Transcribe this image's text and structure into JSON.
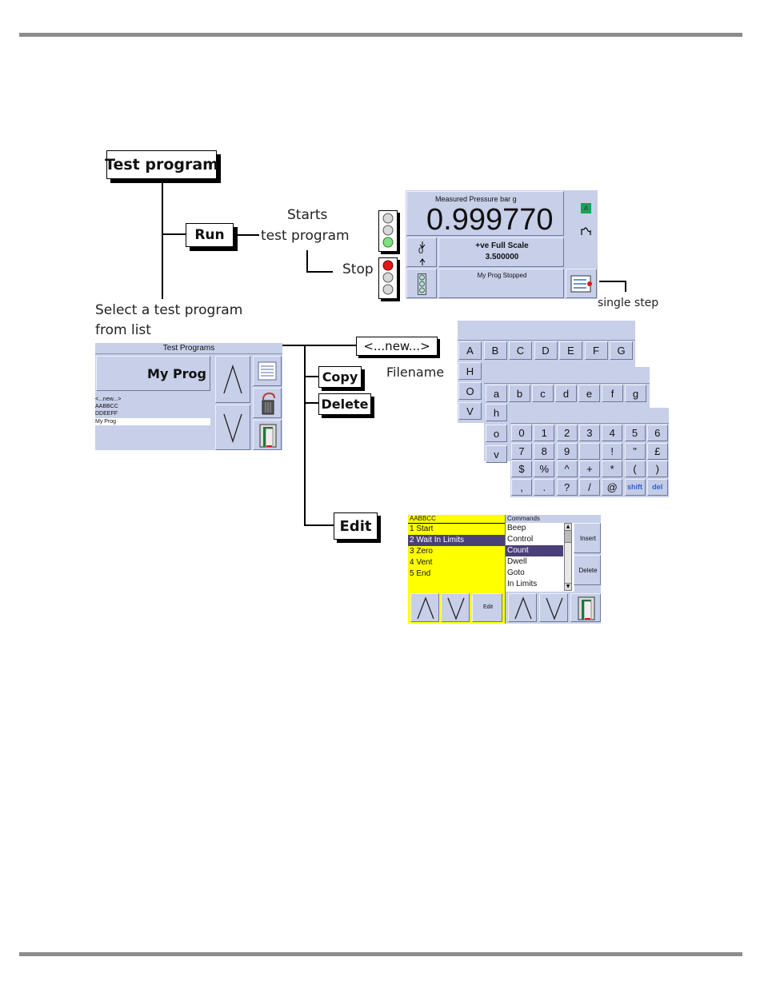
{
  "menu": {
    "test_program": "Test program",
    "run": "Run",
    "starts_line1": "Starts",
    "starts_line2": "test program",
    "stop": "Stop",
    "select_line1": "Select a test program",
    "select_line2": "from list",
    "single_step": "single step",
    "new": "<...new...>",
    "copy": "Copy",
    "delete": "Delete",
    "edit": "Edit",
    "filename": "Filename"
  },
  "pressure_screen": {
    "label": "Measured Pressure",
    "unit": "bar g",
    "value": "0.999770",
    "a_badge": "A",
    "zero_glyph": "0",
    "full_scale_label": "+ve Full Scale",
    "full_scale_value": "3.500000",
    "status": "My Prog Stopped"
  },
  "test_programs_screen": {
    "title": "Test Programs",
    "selected": "My Prog",
    "list": [
      "<...new...>",
      "AABBCC",
      "DDEEFF",
      "My Prog"
    ],
    "highlight_index": 3
  },
  "keyboards": {
    "upper_row1": [
      "A",
      "B",
      "C",
      "D",
      "E",
      "F",
      "G"
    ],
    "upper_col": [
      "H",
      "O",
      "V"
    ],
    "lower_row1": [
      "a",
      "b",
      "c",
      "d",
      "e",
      "f",
      "g"
    ],
    "lower_col": [
      "h",
      "o",
      "v"
    ],
    "sym_row1": [
      "0",
      "1",
      "2",
      "3",
      "4",
      "5",
      "6"
    ],
    "sym_row2": [
      "7",
      "8",
      "9",
      "",
      "!",
      "\"",
      "£"
    ],
    "sym_row3": [
      "$",
      "%",
      "^",
      "+",
      "*",
      "(",
      ")"
    ],
    "sym_row4": [
      ",",
      ".",
      "?",
      "/",
      "@",
      "shift",
      "del"
    ]
  },
  "edit_screen": {
    "program_name": "AABBCC",
    "steps": [
      "1 Start",
      "2 Wait In Limits",
      "3 Zero",
      "4 Vent",
      "5 End"
    ],
    "selected_step": 1,
    "commands_title": "Commands",
    "commands": [
      "Beep",
      "Control",
      "Count",
      "Dwell",
      "Goto",
      "In Limits"
    ],
    "selected_command": 2,
    "insert": "Insert",
    "delete": "Delete",
    "edit": "Edit"
  },
  "colors": {
    "screen_bg": "#c7cfe9",
    "yellow": "#ffff00",
    "highlight": "#4a3f78",
    "green_badge": "#1fa05a"
  }
}
